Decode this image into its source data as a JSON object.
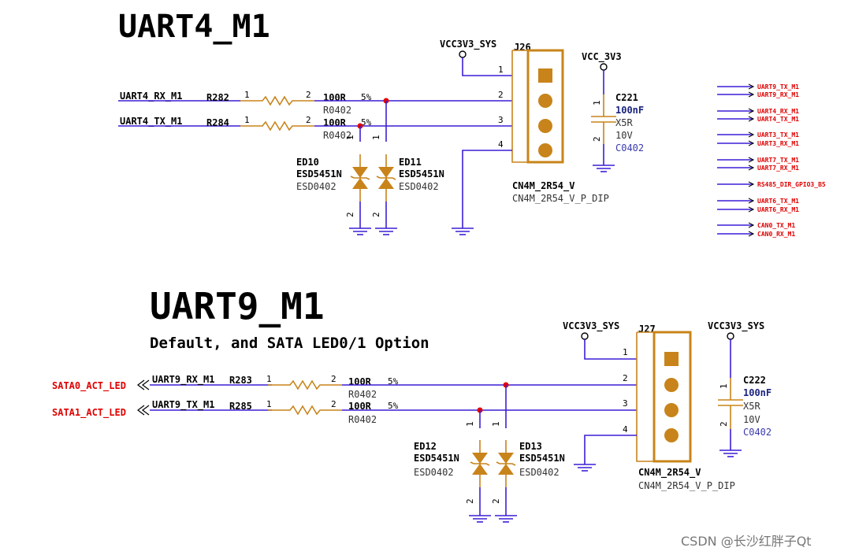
{
  "titles": {
    "uart4": "UART4_M1",
    "uart9": "UART9_M1",
    "uart9_sub": "Default, and SATA LED0/1 Option"
  },
  "uart4": {
    "rx_net": "UART4_RX_M1",
    "tx_net": "UART4_TX_M1",
    "r_rx": {
      "ref": "R282",
      "value": "100R",
      "tol": "5%",
      "pkg": "R0402",
      "pin1": "1",
      "pin2": "2"
    },
    "r_tx": {
      "ref": "R284",
      "value": "100R",
      "tol": "5%",
      "pkg": "R0402",
      "pin1": "1",
      "pin2": "2"
    },
    "esd_a": {
      "ref": "ED10",
      "part": "ESD5451N",
      "pkg": "ESD0402",
      "pin1": "1",
      "pin2": "2"
    },
    "esd_b": {
      "ref": "ED11",
      "part": "ESD5451N",
      "pkg": "ESD0402",
      "pin1": "1",
      "pin2": "2"
    },
    "conn": {
      "ref": "J26",
      "name": "CN4M_2R54_V",
      "pkg": "CN4M_2R54_V_P_DIP",
      "pins": [
        "1",
        "2",
        "3",
        "4"
      ]
    },
    "power": "VCC3V3_SYS",
    "cap": {
      "ref": "C221",
      "value": "100nF",
      "diel": "X5R",
      "volt": "10V",
      "pkg": "C0402",
      "power": "VCC_3V3",
      "pin1": "1",
      "pin2": "2"
    }
  },
  "uart9": {
    "rx_net": "UART9_RX_M1",
    "tx_net": "UART9_TX_M1",
    "led0": "SATA0_ACT_LED",
    "led1": "SATA1_ACT_LED",
    "r_rx": {
      "ref": "R283",
      "value": "100R",
      "tol": "5%",
      "pkg": "R0402",
      "pin1": "1",
      "pin2": "2"
    },
    "r_tx": {
      "ref": "R285",
      "value": "100R",
      "tol": "5%",
      "pkg": "R0402",
      "pin1": "1",
      "pin2": "2"
    },
    "esd_a": {
      "ref": "ED12",
      "part": "ESD5451N",
      "pkg": "ESD0402",
      "pin1": "1",
      "pin2": "2"
    },
    "esd_b": {
      "ref": "ED13",
      "part": "ESD5451N",
      "pkg": "ESD0402",
      "pin1": "1",
      "pin2": "2"
    },
    "conn": {
      "ref": "J27",
      "name": "CN4M_2R54_V",
      "pkg": "CN4M_2R54_V_P_DIP",
      "pins": [
        "1",
        "2",
        "3",
        "4"
      ]
    },
    "power": "VCC3V3_SYS",
    "cap": {
      "ref": "C222",
      "value": "100nF",
      "diel": "X5R",
      "volt": "10V",
      "pkg": "C0402",
      "power": "VCC3V3_SYS",
      "pin1": "1",
      "pin2": "2"
    }
  },
  "net_list": [
    "UART9_TX_M1",
    "UART9_RX_M1",
    "UART4_RX_M1",
    "UART4_TX_M1",
    "UART3_TX_M1",
    "UART3_RX_M1",
    "UART7_TX_M1",
    "UART7_RX_M1",
    "RS485_DIR_GPIO3_B5",
    "UART6_TX_M1",
    "UART6_RX_M1",
    "CAN0_TX_M1",
    "CAN0_RX_M1"
  ],
  "watermark": "CSDN @长沙红胖子Qt",
  "colors": {
    "wire": "#3b1fd6",
    "component": "#c8841a",
    "net_label": "#e00000"
  }
}
